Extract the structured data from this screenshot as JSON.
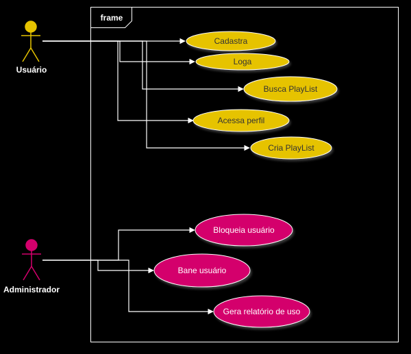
{
  "frame": {
    "label": "frame"
  },
  "actors": {
    "user": {
      "label": "Usuário",
      "color": "#e6c300"
    },
    "admin": {
      "label": "Administrador",
      "color": "#d4006c"
    }
  },
  "use_cases": {
    "cadastra": "Cadastra",
    "loga": "Loga",
    "busca": "Busca PlayList",
    "acessa": "Acessa perfil",
    "cria": "Cria PlayList",
    "bloqueia": "Bloqueia usuário",
    "bane": "Bane usuário",
    "gera": "Gera relatório de uso"
  },
  "colors": {
    "background": "#000000",
    "line": "#ffffff",
    "user_case_fill": "#e6c300",
    "user_case_text": "#333333",
    "admin_case_fill": "#d4006c",
    "admin_case_text": "#ffffff"
  }
}
